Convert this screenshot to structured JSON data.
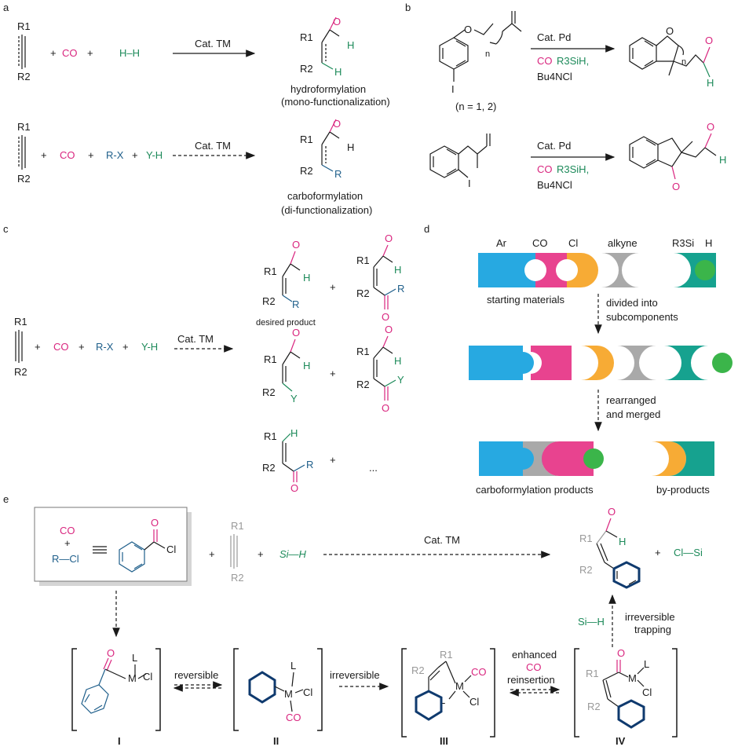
{
  "panels": {
    "a": "a",
    "b": "b",
    "c": "c",
    "d": "d",
    "e": "e"
  },
  "a": {
    "r1": "R1",
    "r2": "R2",
    "co": "CO",
    "plus": "+",
    "h2": "H–H",
    "cat": "Cat. TM",
    "h": "H",
    "o": "O",
    "hydro_title": "hydroformylation",
    "hydro_sub": "(mono-functionalization)",
    "rx": "R-X",
    "yh": "Y-H",
    "r": "R",
    "carbo_title": "carboformylation",
    "carbo_sub": "(di-functionalization)"
  },
  "b": {
    "cat": "Cat. Pd",
    "co": "CO",
    "silane": "R3SiH,",
    "salt": "Bu4NCl",
    "n_label": "(n = 1, 2)",
    "n": "n",
    "i": "I",
    "o": "O",
    "h": "H"
  },
  "c": {
    "co": "CO",
    "rx": "R-X",
    "yh": "Y-H",
    "cat": "Cat. TM",
    "desired": "desired product",
    "y": "Y",
    "r": "R",
    "h": "H",
    "o": "O",
    "ellipsis": "..."
  },
  "d": {
    "labels": [
      "Ar",
      "CO",
      "Cl",
      "alkyne",
      "R3Si",
      "H"
    ],
    "starting": "starting materials",
    "divided": [
      "divided into",
      "subcomponents"
    ],
    "rearranged": [
      "rearranged",
      "and merged"
    ],
    "products": "carboformylation products",
    "byproducts": "by-products",
    "colors": {
      "ar": "#27a9e1",
      "co": "#e8438f",
      "cl": "#f7ab35",
      "alkyne": "#a9a9a9",
      "si": "#16a28f",
      "h": "#3bb54a"
    }
  },
  "e": {
    "co": "CO",
    "plus": "+",
    "rcl": "R—Cl",
    "cl": "Cl",
    "sih": "Si—H",
    "cat": "Cat. TM",
    "clsi": "Cl—Si",
    "reversible": "reversible",
    "irreversible": "irreversible",
    "enhanced": [
      "enhanced",
      "CO",
      "reinsertion"
    ],
    "trapping": [
      "irreversible",
      "trapping"
    ],
    "intermediates": [
      "I",
      "II",
      "III",
      "IV"
    ],
    "m": "M",
    "l": "L"
  }
}
